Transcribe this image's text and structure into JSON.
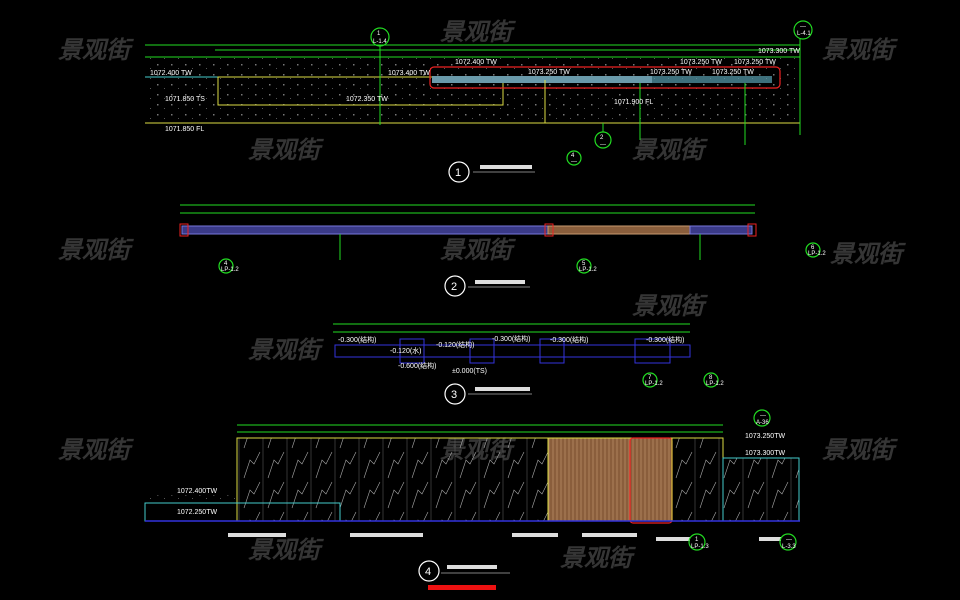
{
  "watermark": "景观街",
  "colors": {
    "background": "#000000",
    "dimension": "#22dd22",
    "outline": "#dddd44",
    "highlight": "#ee2222",
    "water": "#44cccc",
    "wood": "#b07a50"
  },
  "section1": {
    "number": "1",
    "callout_top": {
      "num": "1",
      "ref": "L-1.4"
    },
    "callout_right": {
      "num": "—",
      "ref": "L-4.1"
    },
    "callout_2": {
      "num": "2",
      "ref": "—"
    },
    "callout_4": {
      "num": "4",
      "ref": "—"
    },
    "elevations": [
      "1072.400 TW",
      "1071.850 TS",
      "1071.850 FL",
      "1072.350 TW",
      "1073.400 TW",
      "1072.400 TW",
      "1073.250 TW",
      "1073.250 TW",
      "1073.250 TW",
      "1073.250 TW",
      "1073.250 TW",
      "1073.300 TW",
      "1071.900 FL"
    ]
  },
  "section2": {
    "number": "2",
    "callout_a": {
      "num": "4",
      "ref": "LP-1.2"
    },
    "callout_b": {
      "num": "5",
      "ref": "LP-1.2"
    },
    "callout_c": {
      "num": "6",
      "ref": "LP-1.2"
    }
  },
  "section3": {
    "number": "3",
    "levels": [
      "-0.300(结构)",
      "-0.120(水)",
      "-0.120(结构)",
      "-0.300(结构)",
      "-0.300(结构)",
      "-0.300(结构)",
      "-0.600(结构)",
      "±0.000(TS)"
    ],
    "callout_a": {
      "num": "7",
      "ref": "LP-1.2"
    },
    "callout_b": {
      "num": "8",
      "ref": "LP-1.2"
    }
  },
  "section4": {
    "number": "4",
    "elevations": [
      "1072.400TW",
      "1072.250TW",
      "1073.250TW",
      "1073.300TW"
    ],
    "callout_a": {
      "num": "1",
      "ref": "LP-1.3"
    },
    "callout_b": {
      "num": "—",
      "ref": "L-3.3"
    },
    "callout_c": {
      "num": "—",
      "ref": "A-36"
    }
  }
}
